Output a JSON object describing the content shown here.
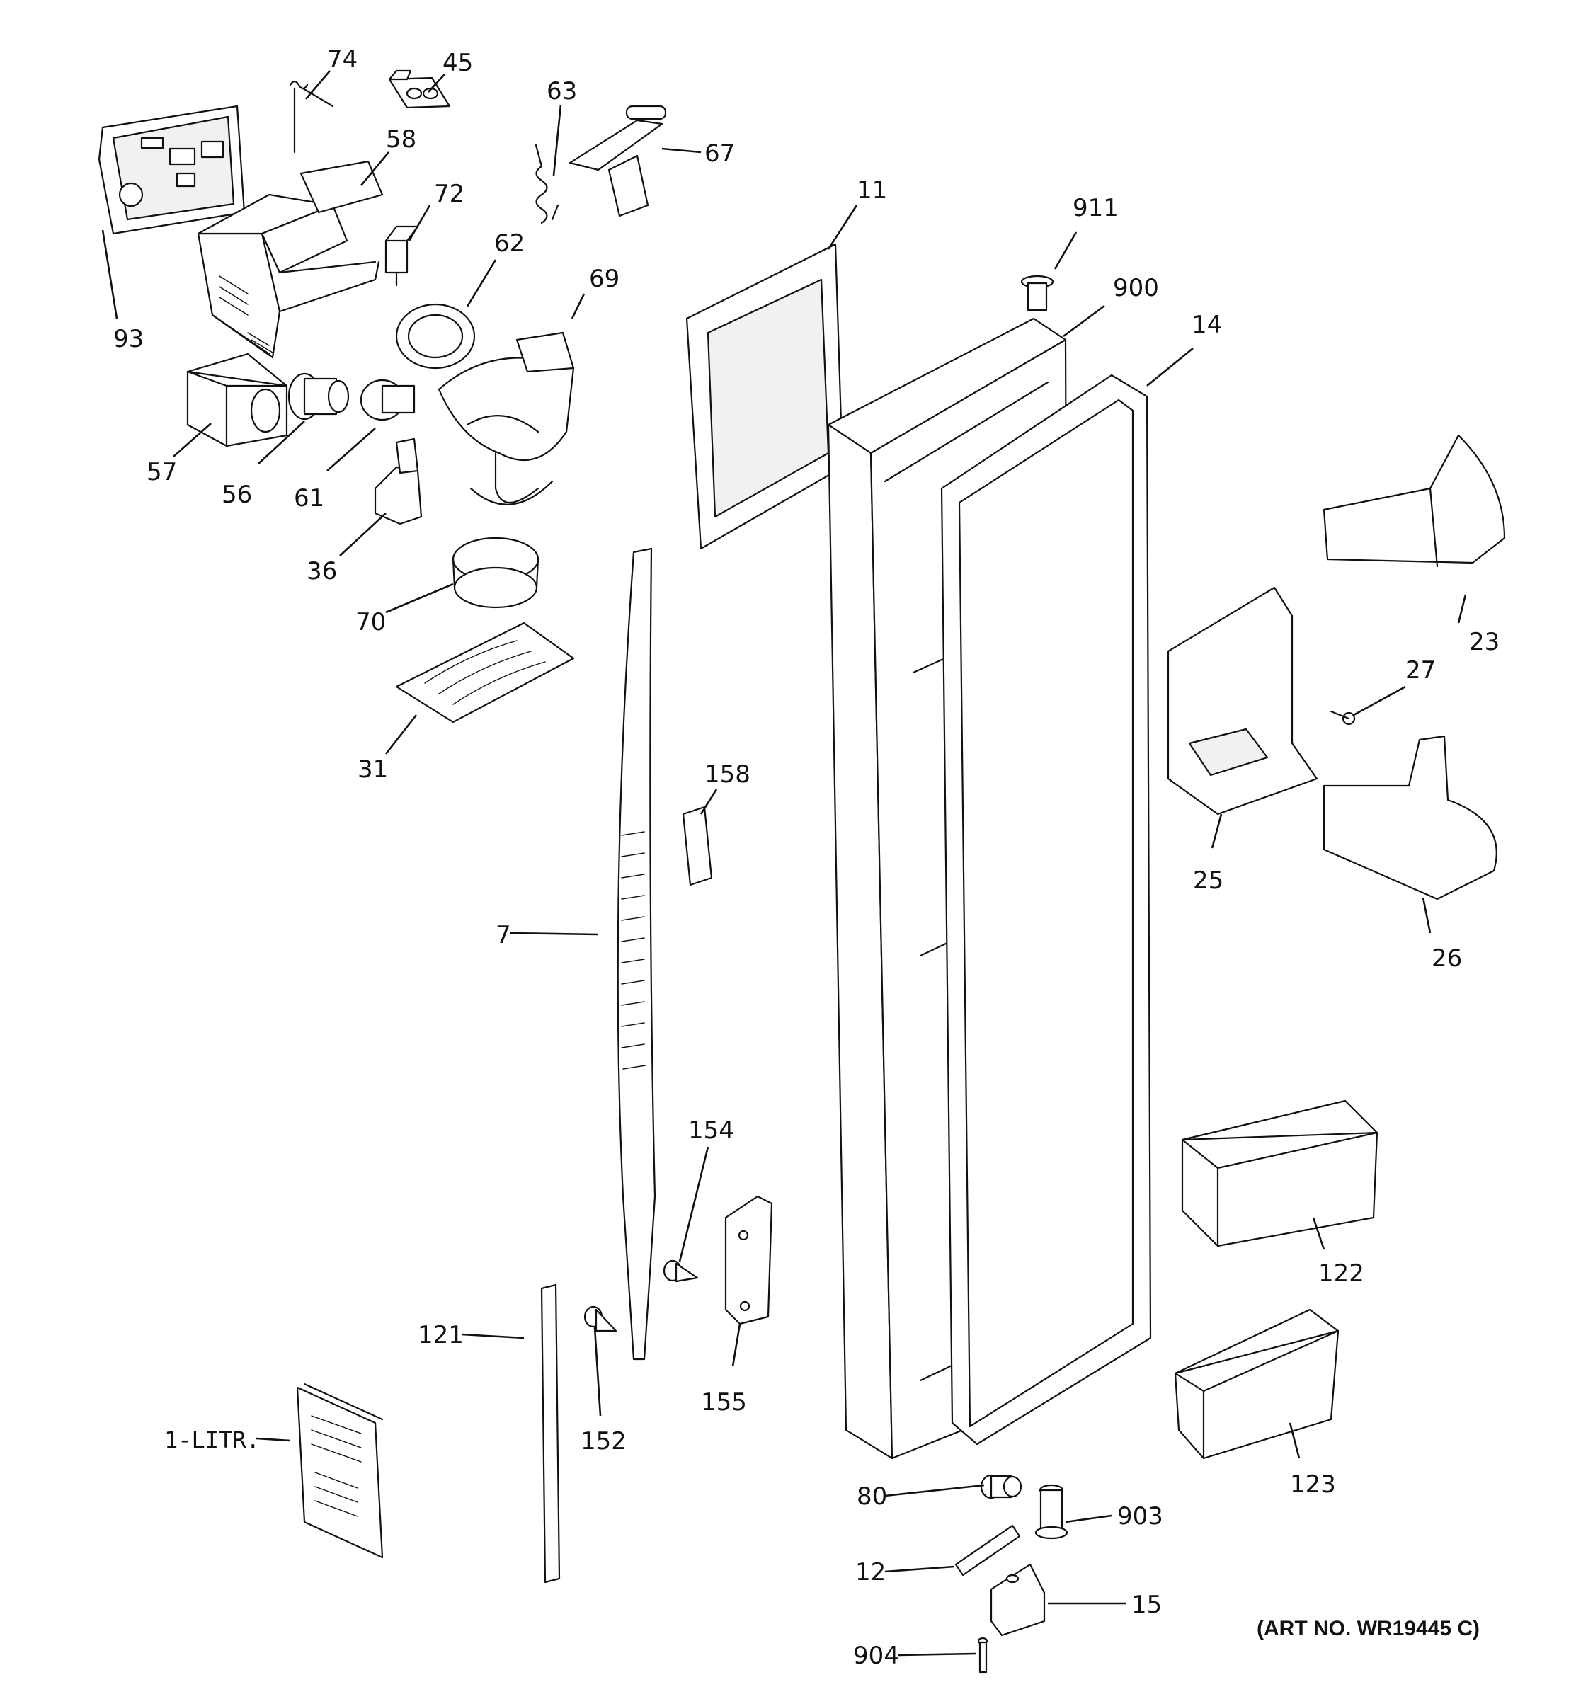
{
  "diagram": {
    "art_number": "(ART NO. WR19445 C)",
    "callouts": [
      {
        "id": "c74",
        "label": "74"
      },
      {
        "id": "c45",
        "label": "45"
      },
      {
        "id": "c63",
        "label": "63"
      },
      {
        "id": "c67",
        "label": "67"
      },
      {
        "id": "c58",
        "label": "58"
      },
      {
        "id": "c72",
        "label": "72"
      },
      {
        "id": "c62",
        "label": "62"
      },
      {
        "id": "c69",
        "label": "69"
      },
      {
        "id": "c93",
        "label": "93"
      },
      {
        "id": "c57",
        "label": "57"
      },
      {
        "id": "c56",
        "label": "56"
      },
      {
        "id": "c61",
        "label": "61"
      },
      {
        "id": "c36",
        "label": "36"
      },
      {
        "id": "c70",
        "label": "70"
      },
      {
        "id": "c31",
        "label": "31"
      },
      {
        "id": "c11",
        "label": "11"
      },
      {
        "id": "c911",
        "label": "911"
      },
      {
        "id": "c900",
        "label": "900"
      },
      {
        "id": "c14",
        "label": "14"
      },
      {
        "id": "c23",
        "label": "23"
      },
      {
        "id": "c27",
        "label": "27"
      },
      {
        "id": "c25",
        "label": "25"
      },
      {
        "id": "c26",
        "label": "26"
      },
      {
        "id": "c158",
        "label": "158"
      },
      {
        "id": "c7",
        "label": "7"
      },
      {
        "id": "c154",
        "label": "154"
      },
      {
        "id": "c155",
        "label": "155"
      },
      {
        "id": "c152",
        "label": "152"
      },
      {
        "id": "c121",
        "label": "121"
      },
      {
        "id": "c1litr",
        "label": "1-LITR."
      },
      {
        "id": "c122",
        "label": "122"
      },
      {
        "id": "c123",
        "label": "123"
      },
      {
        "id": "c80",
        "label": "80"
      },
      {
        "id": "c903",
        "label": "903"
      },
      {
        "id": "c12",
        "label": "12"
      },
      {
        "id": "c15",
        "label": "15"
      },
      {
        "id": "c904",
        "label": "904"
      }
    ]
  }
}
